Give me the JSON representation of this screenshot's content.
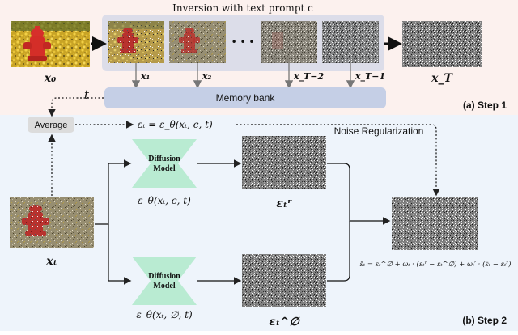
{
  "step1": {
    "label": "(a) Step 1",
    "inversion_title": "Inversion with text prompt c",
    "x0": "x₀",
    "xT": "x_T",
    "latents": [
      "x₁",
      "x₂",
      "x_T−2",
      "x_T−1"
    ],
    "ellipsis": "• • •",
    "t_label": "t",
    "memory_bank": "Memory bank"
  },
  "step2": {
    "label": "(b) Step 2",
    "average": "Average",
    "eps_bar_eq": "ε̄ₜ = ε_θ(x̄ₜ, c, t)",
    "noise_reg": "Noise Regularization",
    "xt": "xₜ",
    "model_top": {
      "line1": "Diffusion",
      "line2": "Model",
      "caption": "ε_θ(xₜ, c, t)"
    },
    "model_bottom": {
      "line1": "Diffusion",
      "line2": "Model",
      "caption": "ε_θ(xₜ, ∅, t)"
    },
    "eps_r": "εₜʳ",
    "eps_null": "εₜ^∅",
    "final_eq": "ε̂ₜ = εₜ^∅ + ωₜ · (εₜʳ − εₜ^∅) + ωₜ′ · (ε̄ₜ − εₜʳ)"
  },
  "colors": {
    "step1_bg": "#fcf1ee",
    "step2_bg": "#eef4fb",
    "inversion_panel": "#dcdde9",
    "memory_bank": "#c5cfe6",
    "average_box": "#dcdcdc",
    "diffusion_model": "#b9ebd2"
  }
}
